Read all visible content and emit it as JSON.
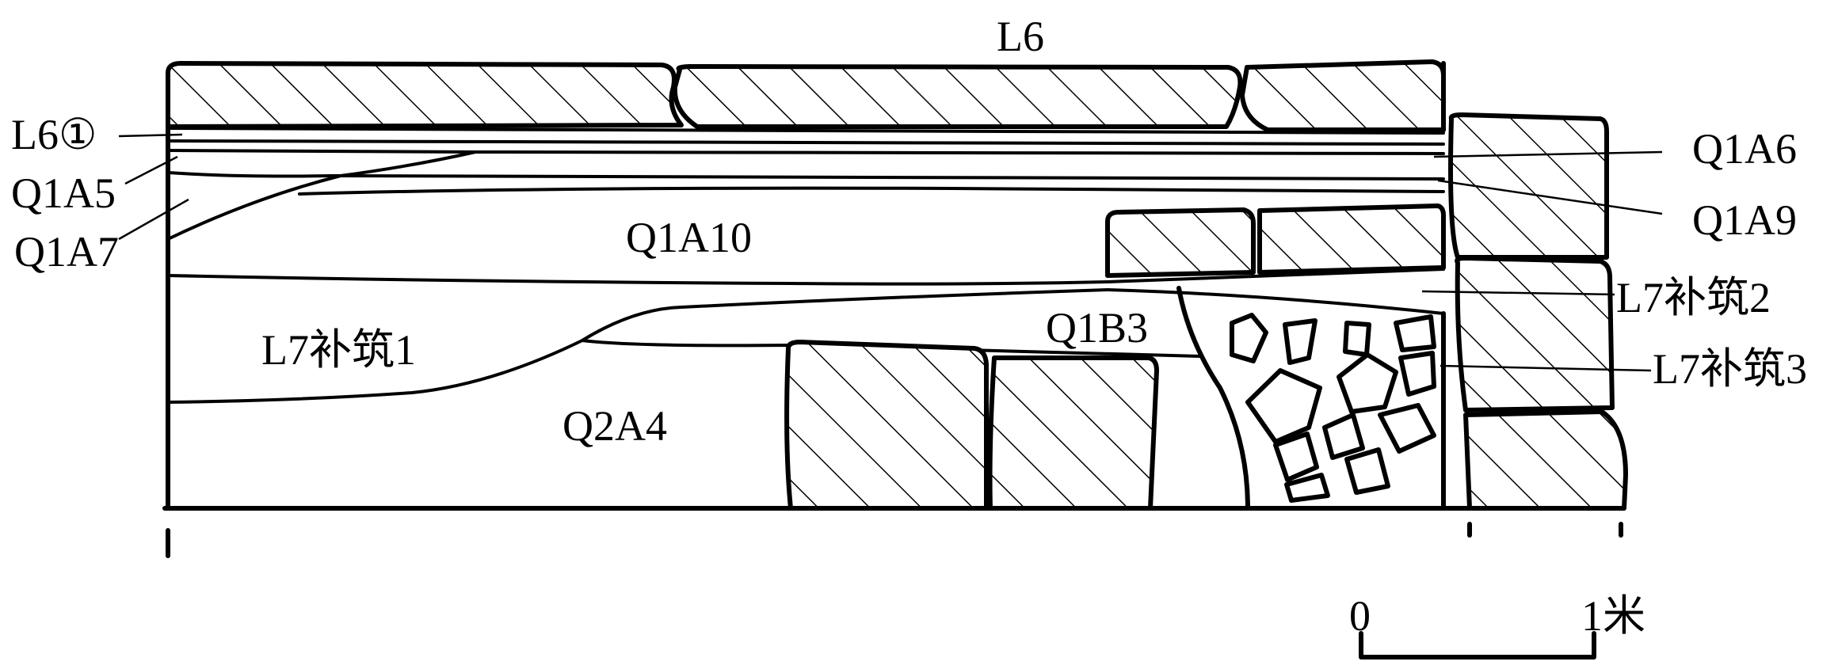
{
  "labels": {
    "l6": "L6",
    "l6_1": "L6①",
    "q1a5": "Q1A5",
    "q1a7": "Q1A7",
    "q1a6": "Q1A6",
    "q1a9": "Q1A9",
    "q1a10": "Q1A10",
    "l7_fill_1": "L7补筑1",
    "l7_fill_2": "L7补筑2",
    "l7_fill_3": "L7补筑3",
    "q1b3": "Q1B3",
    "q2a4": "Q2A4"
  },
  "scale_bar": {
    "start_label": "0",
    "end_label": "1米"
  }
}
